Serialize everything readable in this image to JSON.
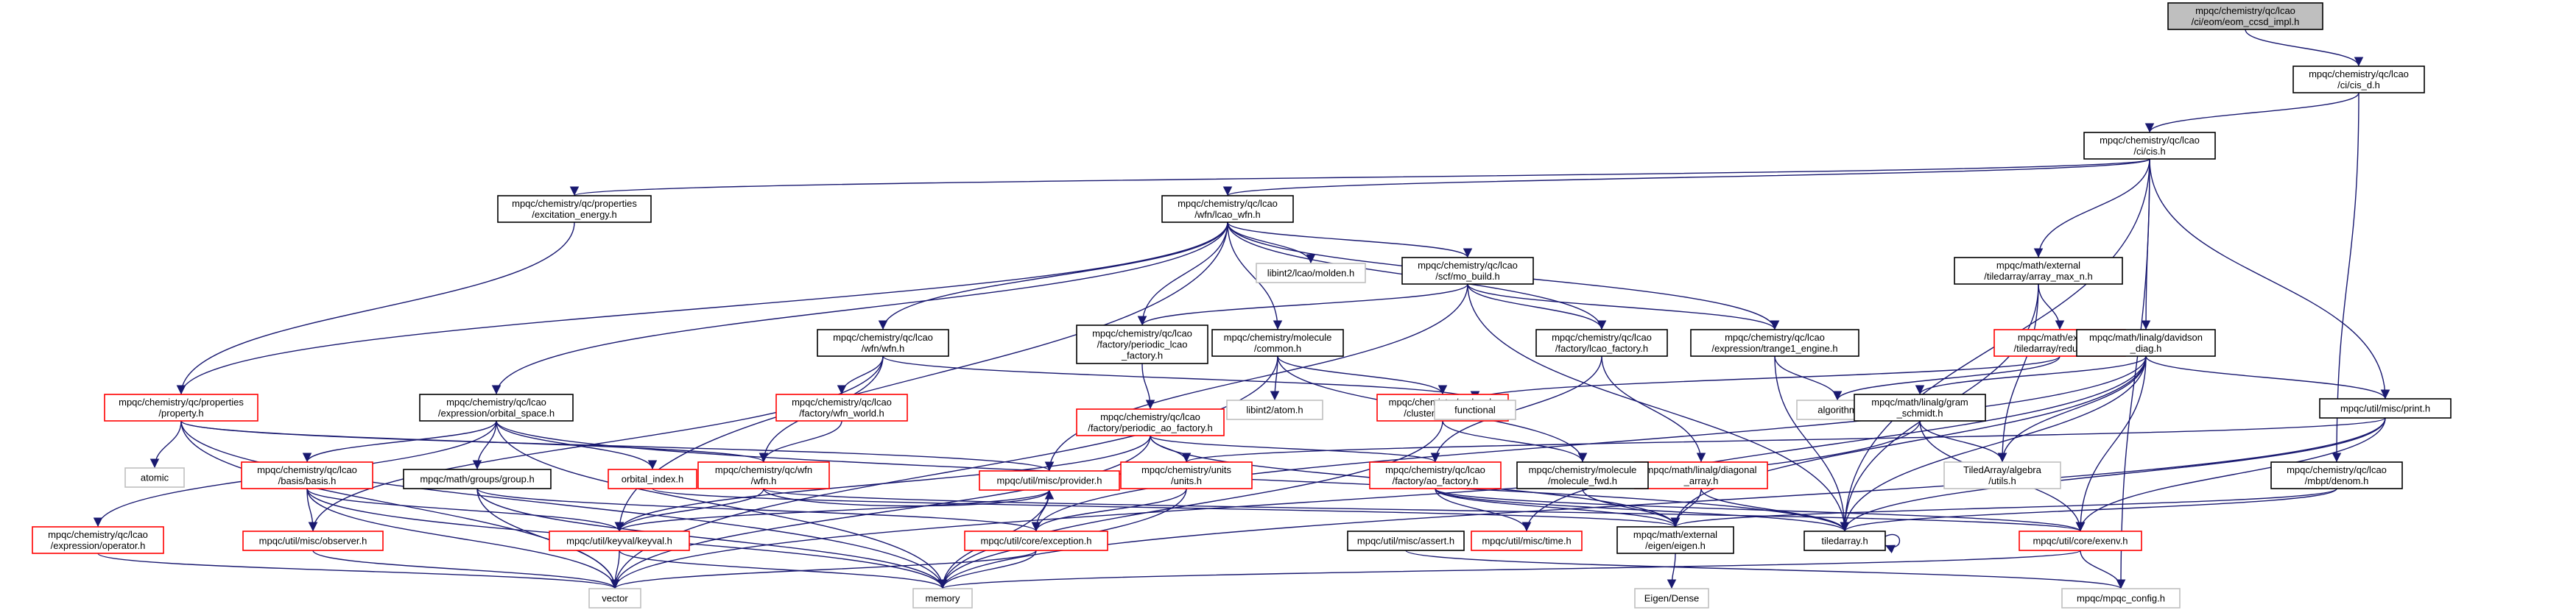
{
  "colors": {
    "edge": "#191970",
    "doc_node_border": "#000000",
    "undocumented_node_border": "#ff0000",
    "external_node_border": "#bfbfbf",
    "root_fill": "#bfbfbf",
    "text": "#000000"
  },
  "nodes": [
    {
      "id": "root",
      "label": [
        "mpqc/chemistry/qc/lcao",
        "/ci/eom/eom_ccsd_impl.h"
      ],
      "kind": "root"
    },
    {
      "id": "cis_d",
      "label": [
        "mpqc/chemistry/qc/lcao",
        "/ci/cis_d.h"
      ],
      "kind": "doc"
    },
    {
      "id": "cis",
      "label": [
        "mpqc/chemistry/qc/lcao",
        "/ci/cis.h"
      ],
      "kind": "doc"
    },
    {
      "id": "exc_energy",
      "label": [
        "mpqc/chemistry/qc/properties",
        "/excitation_energy.h"
      ],
      "kind": "doc"
    },
    {
      "id": "lcao_wfn",
      "label": [
        "mpqc/chemistry/qc/lcao",
        "/wfn/lcao_wfn.h"
      ],
      "kind": "doc"
    },
    {
      "id": "molden",
      "label": [
        "libint2/lcao/molden.h"
      ],
      "kind": "ext"
    },
    {
      "id": "mo_build",
      "label": [
        "mpqc/chemistry/qc/lcao",
        "/scf/mo_build.h"
      ],
      "kind": "doc"
    },
    {
      "id": "array_max",
      "label": [
        "mpqc/math/external",
        "/tiledarray/array_max_n.h"
      ],
      "kind": "doc"
    },
    {
      "id": "lcao_wfnh",
      "label": [
        "mpqc/chemistry/qc/lcao",
        "/wfn/wfn.h"
      ],
      "kind": "doc"
    },
    {
      "id": "periodic_lcao",
      "label": [
        "mpqc/chemistry/qc/lcao",
        "/factory/periodic_lcao",
        "_factory.h"
      ],
      "kind": "doc"
    },
    {
      "id": "mol_common",
      "label": [
        "mpqc/chemistry/molecule",
        "/common.h"
      ],
      "kind": "doc"
    },
    {
      "id": "lcao_factory",
      "label": [
        "mpqc/chemistry/qc/lcao",
        "/factory/lcao_factory.h"
      ],
      "kind": "doc"
    },
    {
      "id": "trange1",
      "label": [
        "mpqc/chemistry/qc/lcao",
        "/expression/trange1_engine.h"
      ],
      "kind": "doc"
    },
    {
      "id": "reduction",
      "label": [
        "mpqc/math/external",
        "/tiledarray/reduction.h"
      ],
      "kind": "red"
    },
    {
      "id": "davidson",
      "label": [
        "mpqc/math/linalg/davidson",
        "_diag.h"
      ],
      "kind": "doc"
    },
    {
      "id": "property",
      "label": [
        "mpqc/chemistry/qc/properties",
        "/property.h"
      ],
      "kind": "red"
    },
    {
      "id": "orbital_space",
      "label": [
        "mpqc/chemistry/qc/lcao",
        "/expression/orbital_space.h"
      ],
      "kind": "doc"
    },
    {
      "id": "wfn_world",
      "label": [
        "mpqc/chemistry/qc/lcao",
        "/factory/wfn_world.h"
      ],
      "kind": "red"
    },
    {
      "id": "libint_atom",
      "label": [
        "libint2/atom.h"
      ],
      "kind": "ext"
    },
    {
      "id": "cluster_concept",
      "label": [
        "mpqc/chemistry/molecule",
        "/cluster_concept.h"
      ],
      "kind": "red"
    },
    {
      "id": "periodic_ao",
      "label": [
        "mpqc/chemistry/qc/lcao",
        "/factory/periodic_ao_factory.h"
      ],
      "kind": "red"
    },
    {
      "id": "functional",
      "label": [
        "functional"
      ],
      "kind": "ext"
    },
    {
      "id": "diagonal_array",
      "label": [
        "mpqc/math/linalg/diagonal",
        "_array.h"
      ],
      "kind": "red"
    },
    {
      "id": "algorithm",
      "label": [
        "algorithm"
      ],
      "kind": "ext"
    },
    {
      "id": "gram_schmidt",
      "label": [
        "mpqc/math/linalg/gram",
        "_schmidt.h"
      ],
      "kind": "doc"
    },
    {
      "id": "print",
      "label": [
        "mpqc/util/misc/print.h"
      ],
      "kind": "doc"
    },
    {
      "id": "atomic",
      "label": [
        "atomic"
      ],
      "kind": "ext"
    },
    {
      "id": "basis",
      "label": [
        "mpqc/chemistry/qc/lcao",
        "/basis/basis.h"
      ],
      "kind": "red"
    },
    {
      "id": "group",
      "label": [
        "mpqc/math/groups/group.h"
      ],
      "kind": "doc"
    },
    {
      "id": "orbital_index",
      "label": [
        "orbital_index.h"
      ],
      "kind": "red"
    },
    {
      "id": "qc_wfn",
      "label": [
        "mpqc/chemistry/qc/wfn",
        "/wfn.h"
      ],
      "kind": "red"
    },
    {
      "id": "provider",
      "label": [
        "mpqc/util/misc/provider.h"
      ],
      "kind": "red"
    },
    {
      "id": "units",
      "label": [
        "mpqc/chemistry/units",
        "/units.h"
      ],
      "kind": "red"
    },
    {
      "id": "ao_factory",
      "label": [
        "mpqc/chemistry/qc/lcao",
        "/factory/ao_factory.h"
      ],
      "kind": "red"
    },
    {
      "id": "molecule_fwd",
      "label": [
        "mpqc/chemistry/molecule",
        "/molecule_fwd.h"
      ],
      "kind": "doc"
    },
    {
      "id": "ta_utils",
      "label": [
        "TiledArray/algebra",
        "/utils.h"
      ],
      "kind": "ext"
    },
    {
      "id": "denom",
      "label": [
        "mpqc/chemistry/qc/lcao",
        "/mbpt/denom.h"
      ],
      "kind": "doc"
    },
    {
      "id": "expr_operator",
      "label": [
        "mpqc/chemistry/qc/lcao",
        "/expression/operator.h"
      ],
      "kind": "red"
    },
    {
      "id": "observer",
      "label": [
        "mpqc/util/misc/observer.h"
      ],
      "kind": "red"
    },
    {
      "id": "keyval",
      "label": [
        "mpqc/util/keyval/keyval.h"
      ],
      "kind": "red"
    },
    {
      "id": "exception",
      "label": [
        "mpqc/util/core/exception.h"
      ],
      "kind": "red"
    },
    {
      "id": "assert",
      "label": [
        "mpqc/util/misc/assert.h"
      ],
      "kind": "doc"
    },
    {
      "id": "time",
      "label": [
        "mpqc/util/misc/time.h"
      ],
      "kind": "red"
    },
    {
      "id": "eigen",
      "label": [
        "mpqc/math/external",
        "/eigen/eigen.h"
      ],
      "kind": "doc"
    },
    {
      "id": "tiledarray",
      "label": [
        "tiledarray.h"
      ],
      "kind": "doc"
    },
    {
      "id": "exenv",
      "label": [
        "mpqc/util/core/exenv.h"
      ],
      "kind": "red"
    },
    {
      "id": "vector",
      "label": [
        "vector"
      ],
      "kind": "ext"
    },
    {
      "id": "memory",
      "label": [
        "memory"
      ],
      "kind": "ext"
    },
    {
      "id": "mpqc_config",
      "label": [
        "mpqc/mpqc_config.h"
      ],
      "kind": "ext"
    },
    {
      "id": "eigen_dense",
      "label": [
        "Eigen/Dense"
      ],
      "kind": "ext"
    }
  ],
  "edges": [
    [
      "root",
      "cis_d"
    ],
    [
      "cis_d",
      "cis"
    ],
    [
      "cis_d",
      "denom"
    ],
    [
      "cis",
      "exc_energy"
    ],
    [
      "cis",
      "lcao_wfn"
    ],
    [
      "cis",
      "array_max"
    ],
    [
      "cis",
      "davidson"
    ],
    [
      "cis",
      "print"
    ],
    [
      "cis",
      "tiledarray"
    ],
    [
      "cis",
      "mpqc_config"
    ],
    [
      "exc_energy",
      "property"
    ],
    [
      "lcao_wfn",
      "property"
    ],
    [
      "lcao_wfn",
      "molden"
    ],
    [
      "lcao_wfn",
      "mo_build"
    ],
    [
      "lcao_wfn",
      "lcao_wfnh"
    ],
    [
      "lcao_wfn",
      "periodic_lcao"
    ],
    [
      "lcao_wfn",
      "mol_common"
    ],
    [
      "lcao_wfn",
      "lcao_factory"
    ],
    [
      "lcao_wfn",
      "trange1"
    ],
    [
      "lcao_wfn",
      "orbital_space"
    ],
    [
      "lcao_wfn",
      "keyval"
    ],
    [
      "mo_build",
      "periodic_lcao"
    ],
    [
      "mo_build",
      "lcao_factory"
    ],
    [
      "mo_build",
      "trange1"
    ],
    [
      "mo_build",
      "provider"
    ],
    [
      "mo_build",
      "tiledarray"
    ],
    [
      "array_max",
      "reduction"
    ],
    [
      "array_max",
      "ta_utils"
    ],
    [
      "array_max",
      "tiledarray"
    ],
    [
      "lcao_wfnh",
      "wfn_world"
    ],
    [
      "lcao_wfnh",
      "qc_wfn"
    ],
    [
      "lcao_wfnh",
      "observer"
    ],
    [
      "lcao_wfnh",
      "functional"
    ],
    [
      "periodic_lcao",
      "periodic_ao"
    ],
    [
      "mol_common",
      "libint_atom"
    ],
    [
      "mol_common",
      "cluster_concept"
    ],
    [
      "mol_common",
      "molecule_fwd"
    ],
    [
      "mol_common",
      "vector"
    ],
    [
      "lcao_factory",
      "ao_factory"
    ],
    [
      "lcao_factory",
      "diagonal_array"
    ],
    [
      "trange1",
      "algorithm"
    ],
    [
      "trange1",
      "tiledarray"
    ],
    [
      "reduction",
      "functional"
    ],
    [
      "reduction",
      "algorithm"
    ],
    [
      "davidson",
      "gram_schmidt"
    ],
    [
      "davidson",
      "print"
    ],
    [
      "davidson",
      "ta_utils"
    ],
    [
      "davidson",
      "eigen"
    ],
    [
      "davidson",
      "tiledarray"
    ],
    [
      "davidson",
      "exenv"
    ],
    [
      "davidson",
      "time"
    ],
    [
      "davidson",
      "exception"
    ],
    [
      "property",
      "provider"
    ],
    [
      "property",
      "qc_wfn"
    ],
    [
      "property",
      "atomic"
    ],
    [
      "property",
      "vector"
    ],
    [
      "property",
      "memory"
    ],
    [
      "orbital_space",
      "basis"
    ],
    [
      "orbital_space",
      "group"
    ],
    [
      "orbital_space",
      "orbital_index"
    ],
    [
      "orbital_space",
      "expr_operator"
    ],
    [
      "orbital_space",
      "tiledarray"
    ],
    [
      "orbital_space",
      "memory"
    ],
    [
      "wfn_world",
      "qc_wfn"
    ],
    [
      "cluster_concept",
      "molecule_fwd"
    ],
    [
      "cluster_concept",
      "memory"
    ],
    [
      "periodic_ao",
      "units"
    ],
    [
      "periodic_ao",
      "ao_factory"
    ],
    [
      "periodic_ao",
      "keyval"
    ],
    [
      "periodic_ao",
      "vector"
    ],
    [
      "periodic_ao",
      "eigen"
    ],
    [
      "diagonal_array",
      "eigen"
    ],
    [
      "diagonal_array",
      "tiledarray"
    ],
    [
      "gram_schmidt",
      "ta_utils"
    ],
    [
      "gram_schmidt",
      "exenv"
    ],
    [
      "gram_schmidt",
      "vector"
    ],
    [
      "print",
      "units"
    ],
    [
      "print",
      "exenv"
    ],
    [
      "print",
      "tiledarray"
    ],
    [
      "print",
      "memory"
    ],
    [
      "basis",
      "observer"
    ],
    [
      "basis",
      "keyval"
    ],
    [
      "basis",
      "vector"
    ],
    [
      "basis",
      "memory"
    ],
    [
      "group",
      "exception"
    ],
    [
      "group",
      "vector"
    ],
    [
      "group",
      "memory"
    ],
    [
      "orbital_index",
      "eigen"
    ],
    [
      "qc_wfn",
      "keyval"
    ],
    [
      "qc_wfn",
      "provider"
    ],
    [
      "qc_wfn",
      "exenv"
    ],
    [
      "provider",
      "keyval"
    ],
    [
      "provider",
      "exception"
    ],
    [
      "provider",
      "memory"
    ],
    [
      "units",
      "exception"
    ],
    [
      "units",
      "memory"
    ],
    [
      "ao_factory",
      "time"
    ],
    [
      "ao_factory",
      "eigen"
    ],
    [
      "ao_factory",
      "tiledarray"
    ],
    [
      "ao_factory",
      "exenv"
    ],
    [
      "molecule_fwd",
      "eigen"
    ],
    [
      "denom",
      "eigen"
    ],
    [
      "denom",
      "tiledarray"
    ],
    [
      "expr_operator",
      "vector"
    ],
    [
      "observer",
      "vector"
    ],
    [
      "keyval",
      "vector"
    ],
    [
      "keyval",
      "memory"
    ],
    [
      "exception",
      "vector"
    ],
    [
      "exception",
      "memory"
    ],
    [
      "assert",
      "mpqc_config"
    ],
    [
      "eigen",
      "eigen_dense"
    ],
    [
      "tiledarray",
      "tiledarray"
    ],
    [
      "exenv",
      "mpqc_config"
    ],
    [
      "exenv",
      "memory"
    ]
  ]
}
